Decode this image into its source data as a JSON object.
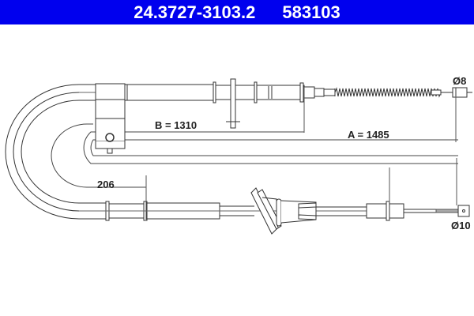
{
  "header": {
    "part_number": "24.3727-3103.2",
    "ref_number": "583103",
    "background_color": "#0000ee",
    "text_color": "#ffffff"
  },
  "drawing": {
    "subject": "parking brake cable",
    "line_color": "#333333",
    "dimensions": {
      "a_label": "A = 1485",
      "b_label": "B = 1310",
      "short_label": "206",
      "diameter_top": "Ø8",
      "diameter_bottom": "Ø10"
    }
  }
}
